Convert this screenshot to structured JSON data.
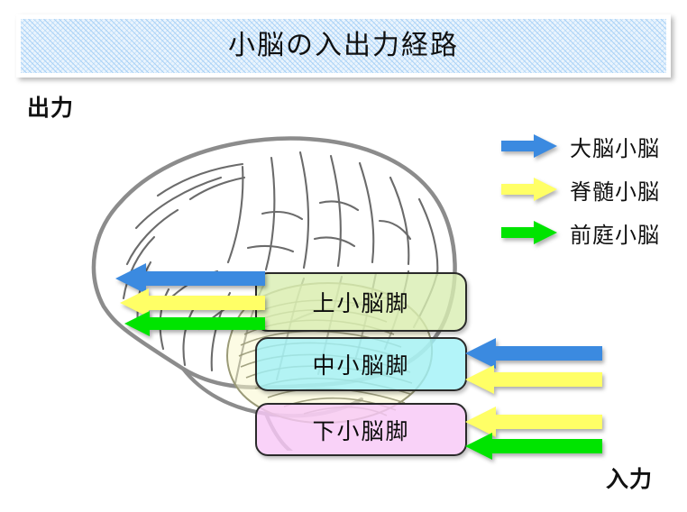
{
  "title": {
    "text": "小脳の入出力経路"
  },
  "labels": {
    "output": "出力",
    "input": "入力"
  },
  "colors": {
    "blue": "#3b8ae0",
    "yellow": "#ffff66",
    "green": "#00e400",
    "box_superior": "#d8eeb2",
    "box_middle": "#a0f1f7",
    "box_inferior": "#f8c8f6",
    "banner_bg": "#eaf4fd",
    "outline": "#808080"
  },
  "boxes": [
    {
      "id": "superior",
      "label": "上小脳脚"
    },
    {
      "id": "middle",
      "label": "中小脳脚"
    },
    {
      "id": "inferior",
      "label": "下小脳脚"
    }
  ],
  "legend": {
    "items": [
      {
        "color": "#3b8ae0",
        "label": "大脳小脳"
      },
      {
        "color": "#ffff66",
        "label": "脊髄小脳"
      },
      {
        "color": "#00e400",
        "label": "前庭小脳"
      }
    ]
  },
  "pathways": {
    "output_arrows": [
      {
        "color": "#3b8ae0",
        "from": "上小脳脚",
        "direction": "left"
      },
      {
        "color": "#ffff66",
        "from": "上小脳脚",
        "direction": "left"
      },
      {
        "color": "#00e400",
        "from": "上小脳脚",
        "direction": "left"
      }
    ],
    "input_arrows_middle": [
      {
        "color": "#3b8ae0",
        "to": "中小脳脚",
        "direction": "left"
      },
      {
        "color": "#ffff66",
        "to": "中小脳脚",
        "direction": "left"
      }
    ],
    "input_arrows_inferior": [
      {
        "color": "#ffff66",
        "to": "下小脳脚",
        "direction": "left"
      },
      {
        "color": "#00e400",
        "to": "下小脳脚",
        "direction": "left"
      }
    ]
  }
}
